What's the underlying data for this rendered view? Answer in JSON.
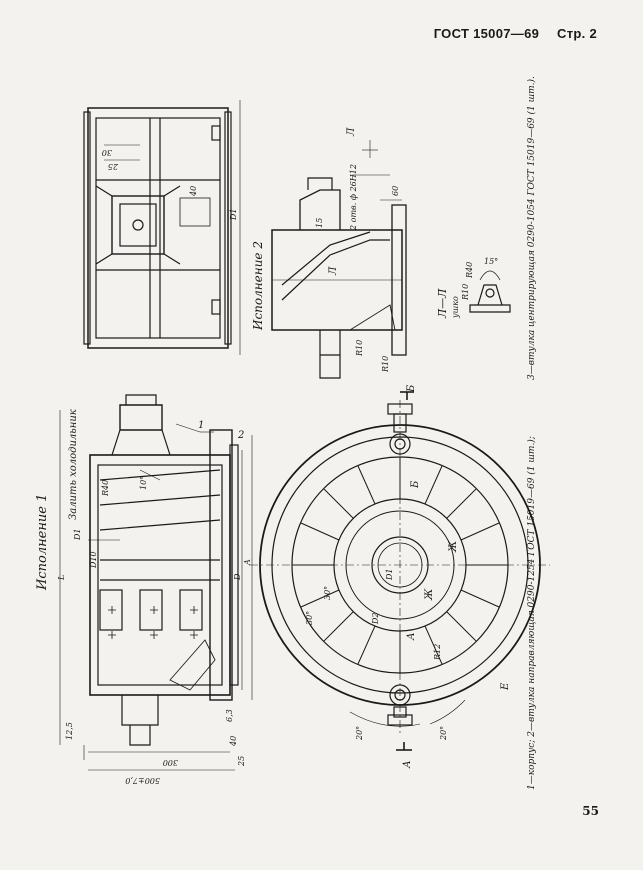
{
  "header": {
    "standard": "ГОСТ 15007—69",
    "page_label": "Стр. 2"
  },
  "page_number": "55",
  "variant1": {
    "title": "Исполнение 1",
    "fill_note": "Залить холодильник",
    "dims": [
      "L",
      "D1",
      "D",
      "A",
      "D10",
      "R40",
      "10°",
      "300",
      "500±7,0",
      "12,5",
      "6,3",
      "25",
      "40",
      "1",
      "2"
    ]
  },
  "variant2": {
    "title": "Исполнение 2",
    "holes_note": "2 отв. ф 26Н12",
    "dims": [
      "30",
      "25",
      "D1",
      "40",
      "15",
      "60",
      "R10",
      "R10",
      "R40",
      "15°",
      "R10",
      "Л",
      "Л"
    ],
    "section": {
      "label": "Л—Л",
      "sub": "ушко"
    }
  },
  "plan_view": {
    "labels": [
      "Б",
      "Б",
      "Ж",
      "Ж",
      "А",
      "А",
      "Е",
      "R12",
      "D1",
      "D2",
      "30°",
      "30°",
      "20°",
      "20°"
    ]
  },
  "caption_left": "1—корпус; 2—втулка направляющая 0290-1254 ГОСТ 15019—69 (1 шт.);",
  "caption_right": "3—втулка центрирующая 0290-1054 ГОСТ 15019—69 (1 шт.)."
}
